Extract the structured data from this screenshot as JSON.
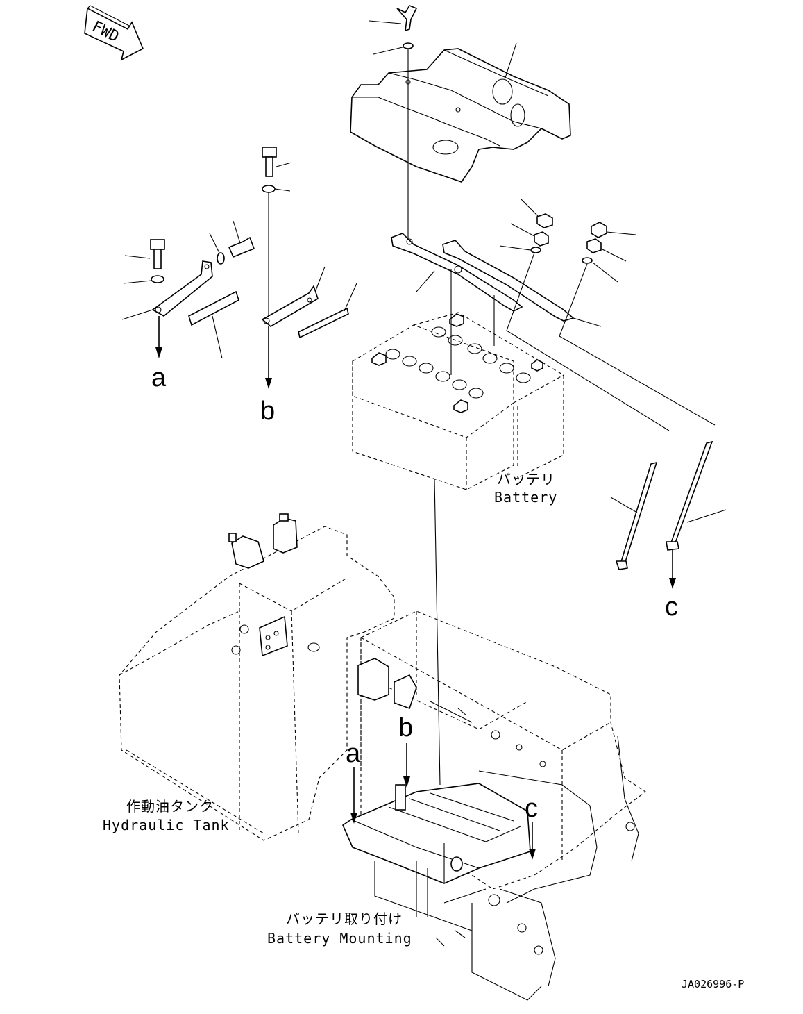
{
  "orientation": {
    "fwd_label": "FWD"
  },
  "labels": {
    "battery_jp": "バッテリ",
    "battery_en": "Battery",
    "tank_jp": "作動油タンク",
    "tank_en": "Hydraulic Tank",
    "mount_jp": "バッテリ取り付け",
    "mount_en": "Battery Mounting"
  },
  "references": {
    "a": "a",
    "b": "b",
    "c": "c"
  },
  "drawing_code": "JA026996-P"
}
